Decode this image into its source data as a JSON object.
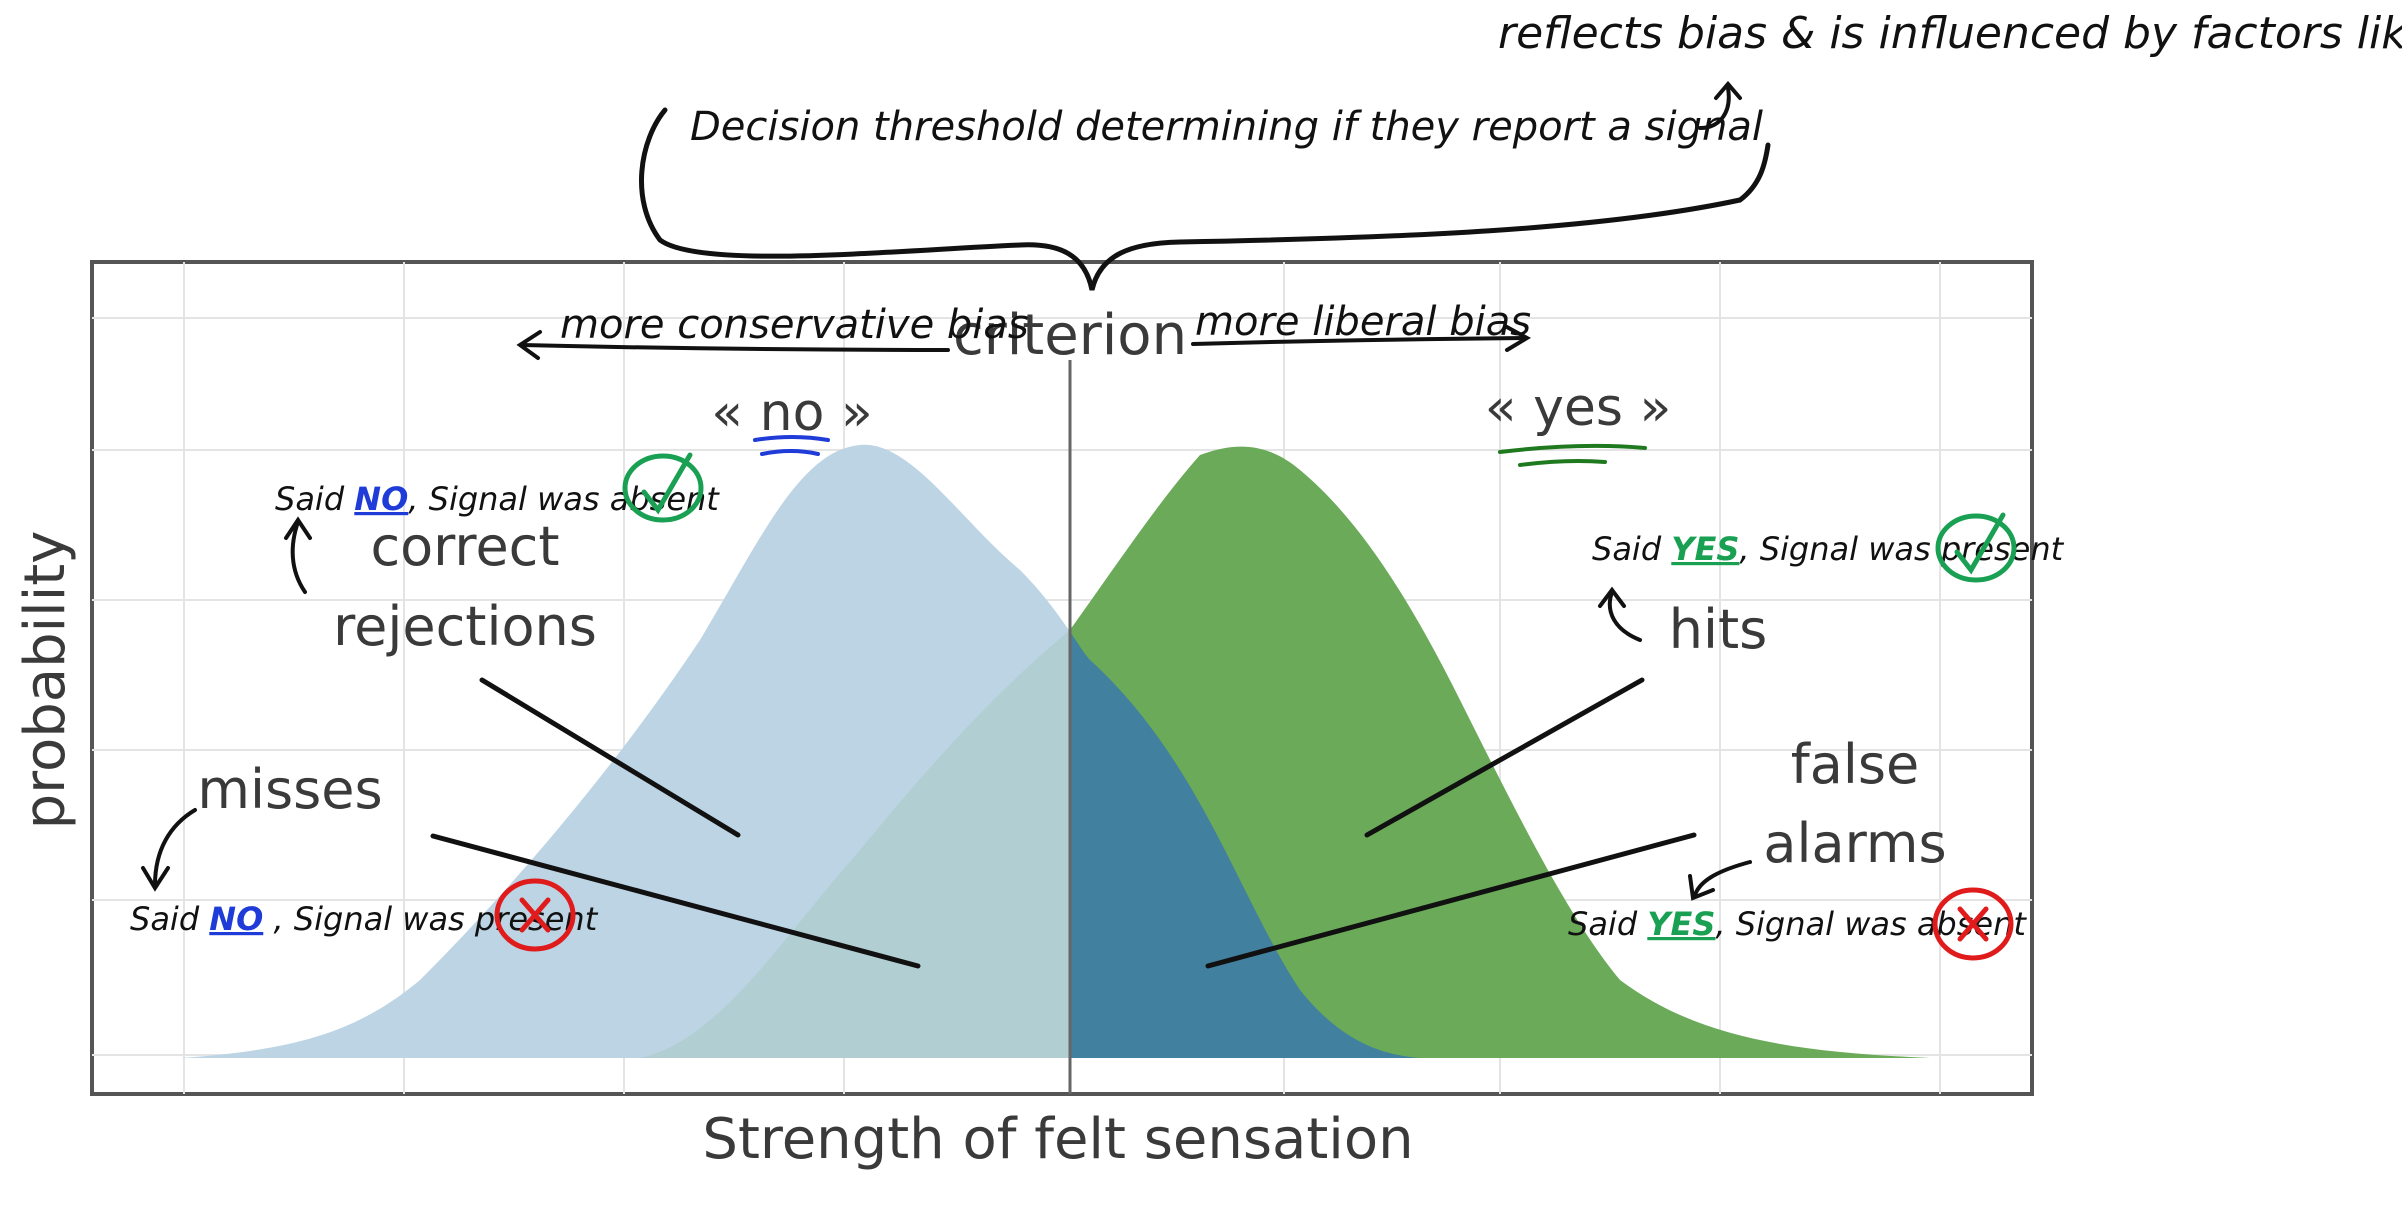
{
  "annotations": {
    "top_note": "reflects bias & is influenced by factors like risk",
    "threshold_note": "Decision threshold determining if they report a signal",
    "conservative": "more conservative bias",
    "liberal": "more liberal bias",
    "said_no_absent": {
      "prefix": "Said ",
      "key": "NO",
      "suffix": ", Signal was absent"
    },
    "said_no_present": {
      "prefix": "Said ",
      "key": "NO",
      "suffix": " , Signal was present"
    },
    "said_yes_present": {
      "prefix": "Said ",
      "key": "YES",
      "suffix": ", Signal was present"
    },
    "said_yes_absent": {
      "prefix": "Said ",
      "key": "YES",
      "suffix": ", Signal was absent"
    }
  },
  "diagram": {
    "criterion": "criterion",
    "no_label": "« no »",
    "yes_label": "« yes »",
    "y_axis": "probability",
    "x_axis": "Strength of felt sensation",
    "regions": {
      "correct_rejections_1": "correct",
      "correct_rejections_2": "rejections",
      "hits": "hits",
      "misses": "misses",
      "false_alarms_1": "false",
      "false_alarms_2": "alarms"
    }
  },
  "colors": {
    "noise_fill": "#bcd4e4",
    "signal_fill": "#6aaa58",
    "overlap_right": "#41809e",
    "overlap_left": "#b1cfd3",
    "check_green": "#1aa053",
    "cross_red": "#e01b1b",
    "no_blue": "#1f3bd8",
    "yes_green": "#1aa053"
  }
}
